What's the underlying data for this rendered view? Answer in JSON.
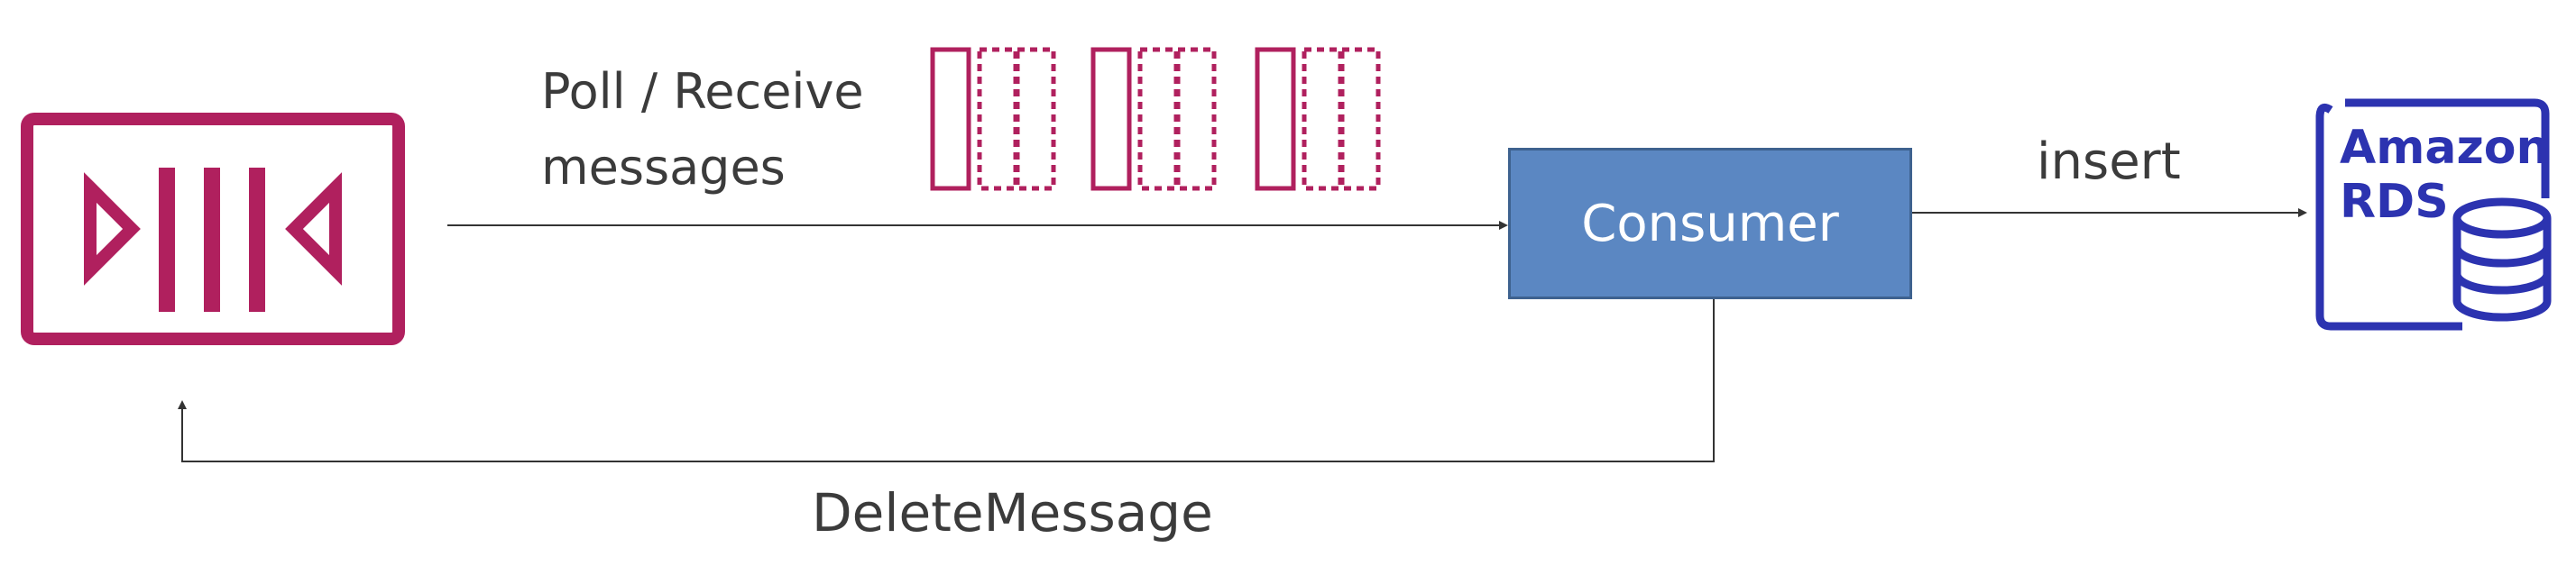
{
  "labels": {
    "poll_line1": "Poll / Receive",
    "poll_line2": "messages",
    "insert": "insert",
    "delete_message": "DeleteMessage"
  },
  "consumer": {
    "label": "Consumer"
  },
  "rds": {
    "line1": "Amazon",
    "line2": "RDS",
    "icon": "database-icon"
  },
  "queue": {
    "icon": "sqs-queue-icon"
  },
  "colors": {
    "queue_magenta": "#b0205e",
    "consumer_fill": "#5b87c2",
    "consumer_border": "#3e628f",
    "rds_blue": "#2c33b0",
    "arrow": "#333333",
    "text": "#3b3b3b"
  }
}
